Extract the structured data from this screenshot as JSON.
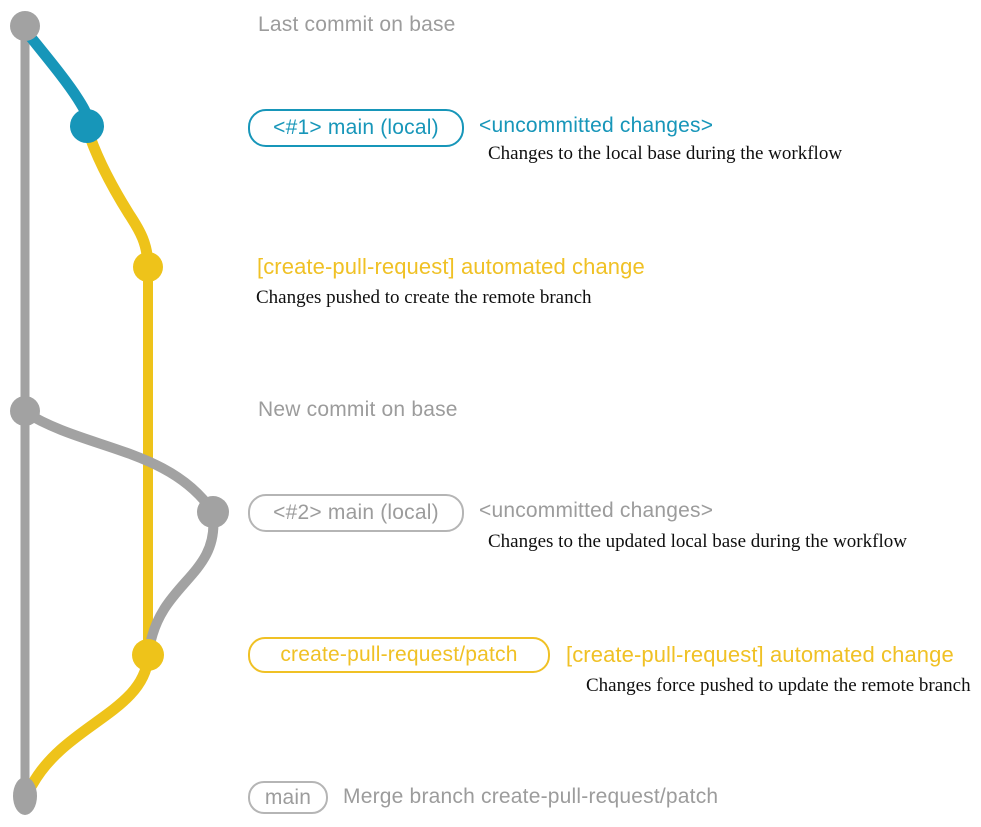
{
  "colors": {
    "teal": "#1796b9",
    "gold": "#eec31a",
    "gold_text": "#f0c125",
    "gray_line": "#a2a2a2",
    "gray_text": "#9c9c9c",
    "gray_border": "#b5b5b5",
    "black_text": "#0f0f0f"
  },
  "graph": {
    "base_branch_icon": "gray-base-branch-line",
    "remote_branch_icon": "gold-remote-branch-line",
    "local_branch_icon": "teal-local-branch-line"
  },
  "rows": {
    "last_commit": {
      "label": "Last commit on base"
    },
    "commit1": {
      "badge": "<#1> main (local)",
      "title": "<uncommitted changes>",
      "description": "Changes to the local base during the workflow"
    },
    "push1": {
      "title": "[create-pull-request] automated change",
      "description": "Changes pushed to create the remote branch"
    },
    "new_commit": {
      "label": "New commit on base"
    },
    "commit2": {
      "badge": "<#2> main (local)",
      "title": "<uncommitted changes>",
      "description": "Changes to the updated local base during the workflow"
    },
    "push2": {
      "badge": "create-pull-request/patch",
      "title": "[create-pull-request] automated change",
      "description": "Changes force pushed to update the remote branch"
    },
    "merge": {
      "badge": "main",
      "message": "Merge branch create-pull-request/patch"
    }
  }
}
